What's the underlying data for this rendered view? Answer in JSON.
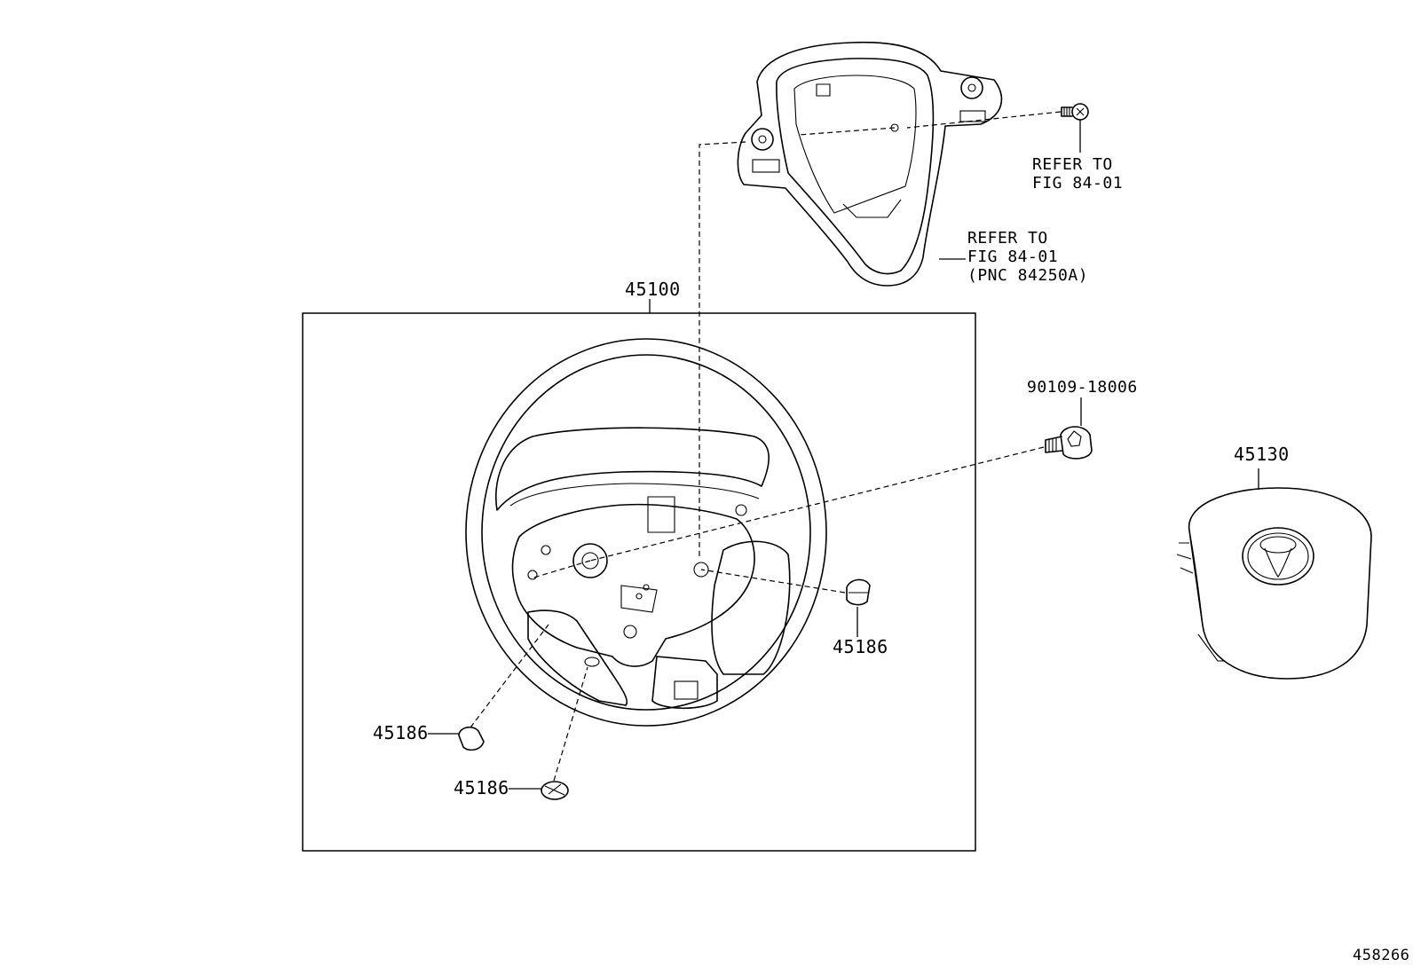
{
  "callouts": {
    "wheel": "45100",
    "airbag": "45130",
    "bolt": "90109-18006",
    "cap_right": "45186",
    "cap_lower_left": "45186",
    "cap_bottom": "45186"
  },
  "refs": {
    "switch_line1": "REFER TO",
    "switch_line2": "FIG 84-01",
    "bezel_line1": "REFER TO",
    "bezel_line2": "FIG 84-01",
    "bezel_line3": "(PNC 84250A)"
  },
  "figure_id": "458266"
}
